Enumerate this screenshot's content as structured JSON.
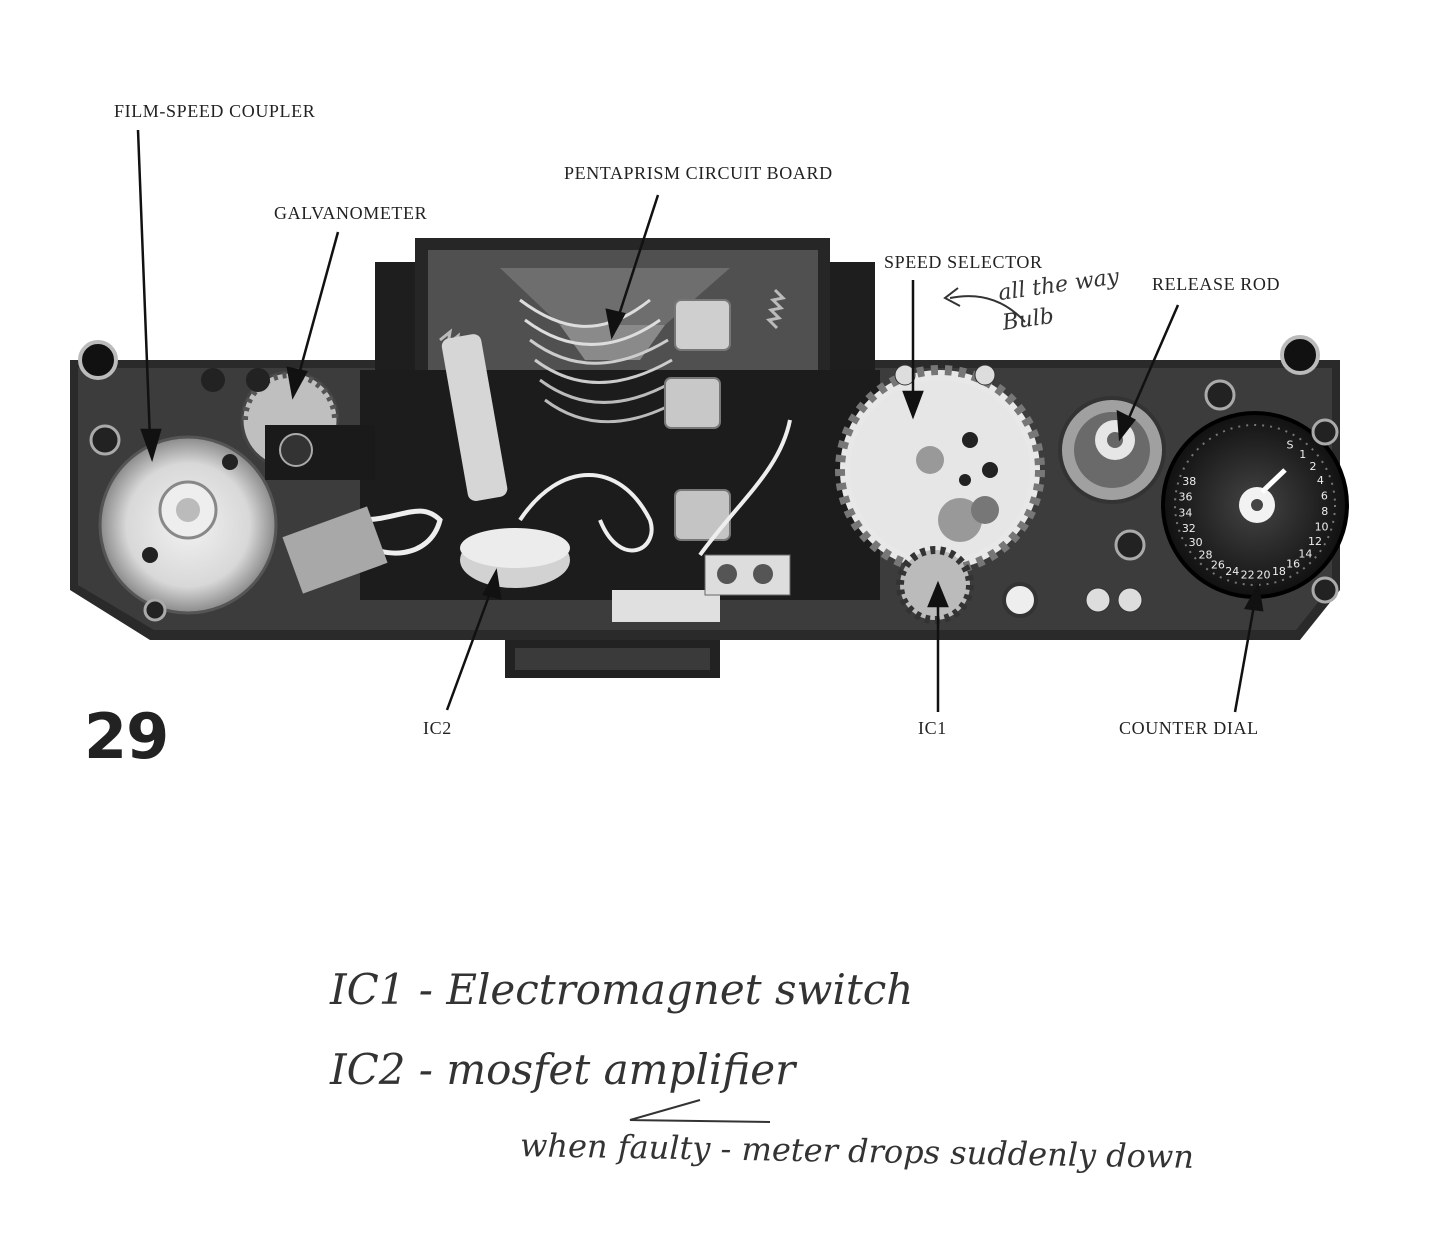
{
  "figure": {
    "number": "29",
    "labels": {
      "film_speed_coupler": "FILM-SPEED COUPLER",
      "galvanometer": "GALVANOMETER",
      "pentaprism_circuit_board": "PENTAPRISM CIRCUIT BOARD",
      "speed_selector": "SPEED SELECTOR",
      "release_rod": "RELEASE ROD",
      "ic2": "IC2",
      "ic1": "IC1",
      "counter_dial": "COUNTER DIAL"
    },
    "counter_dial_numbers": [
      "S",
      "1",
      "2",
      "4",
      "6",
      "8",
      "10",
      "12",
      "14",
      "16",
      "18",
      "20",
      "22",
      "24",
      "26",
      "28",
      "30",
      "32",
      "34",
      "36",
      "38"
    ]
  },
  "handwritten": {
    "margin_note": "all the way Bulb",
    "line1": "IC1 - Electromagnet switch",
    "line2": "IC2 - mosfet amplifier",
    "line3": "when faulty - meter drops suddenly down"
  }
}
